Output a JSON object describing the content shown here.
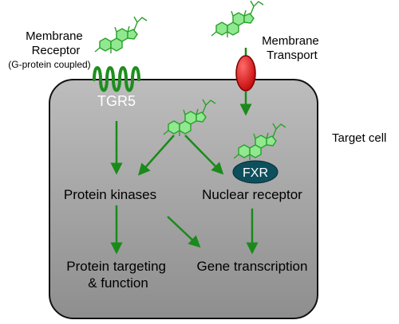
{
  "labels": {
    "membrane_receptor": [
      "Membrane",
      "Receptor"
    ],
    "gpcr_note": "(G-protein coupled)",
    "membrane_transport": [
      "Membrane",
      "Transport"
    ],
    "tgr5": "TGR5",
    "target_cell": "Target cell",
    "fxr": "FXR",
    "protein_kinases": "Protein kinases",
    "nuclear_receptor": "Nuclear receptor",
    "protein_targeting": [
      "Protein targeting",
      "& function"
    ],
    "gene_transcription": "Gene transcription"
  },
  "colors": {
    "cell_fill": "#a8a8a8",
    "steroid": "#90e890",
    "arrow": "#1a8a1a",
    "receptor_coil": "#1e8e1e",
    "transporter": "#d81818",
    "fxr_fill": "#0d4f5c"
  },
  "icons": {
    "steroid": "bile-acid-steroid-icon",
    "receptor": "gpcr-coil-icon",
    "transporter": "transporter-oval-icon"
  }
}
